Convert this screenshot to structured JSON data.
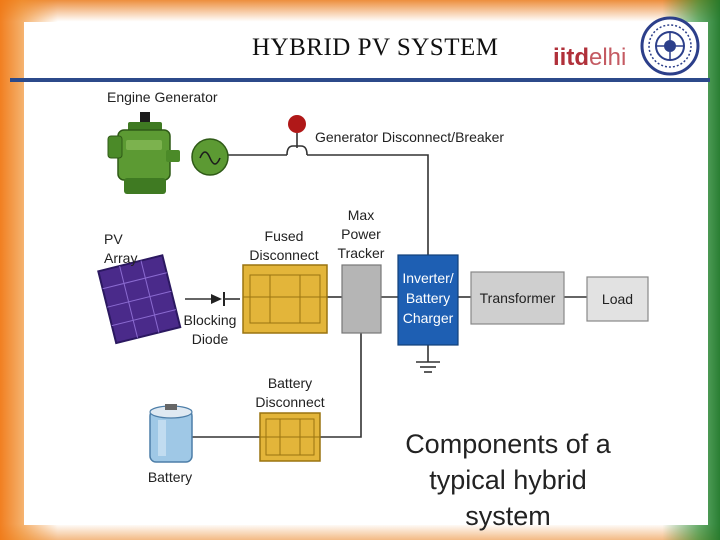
{
  "header": {
    "title": "HYBRID PV SYSTEM",
    "logo": {
      "part1": "iitd",
      "part2": "elhi"
    }
  },
  "labels": {
    "engine_generator": "Engine Generator",
    "generator_disconnect": "Generator Disconnect/Breaker",
    "pv_array_line1": "PV",
    "pv_array_line2": "Array",
    "fused_disconnect_line1": "Fused",
    "fused_disconnect_line2": "Disconnect",
    "max_power_tracker_line1": "Max",
    "max_power_tracker_line2": "Power",
    "max_power_tracker_line3": "Tracker",
    "blocking_diode_line1": "Blocking",
    "blocking_diode_line2": "Diode",
    "battery_disconnect_line1": "Battery",
    "battery_disconnect_line2": "Disconnect",
    "battery": "Battery",
    "inverter_line1": "Inverter/",
    "inverter_line2": "Battery",
    "inverter_line3": "Charger",
    "transformer": "Transformer",
    "load": "Load"
  },
  "caption": {
    "line1": "Components of a",
    "line2": "typical hybrid system"
  },
  "colors": {
    "inverter": "#1e5fb3",
    "fused": "#e3b53a",
    "tracker": "#b5b5b5",
    "generator": "#5c9a33",
    "breaker": "#b01818",
    "pv": "#4a2a8a",
    "accent_bar": "#2c4a8a"
  }
}
